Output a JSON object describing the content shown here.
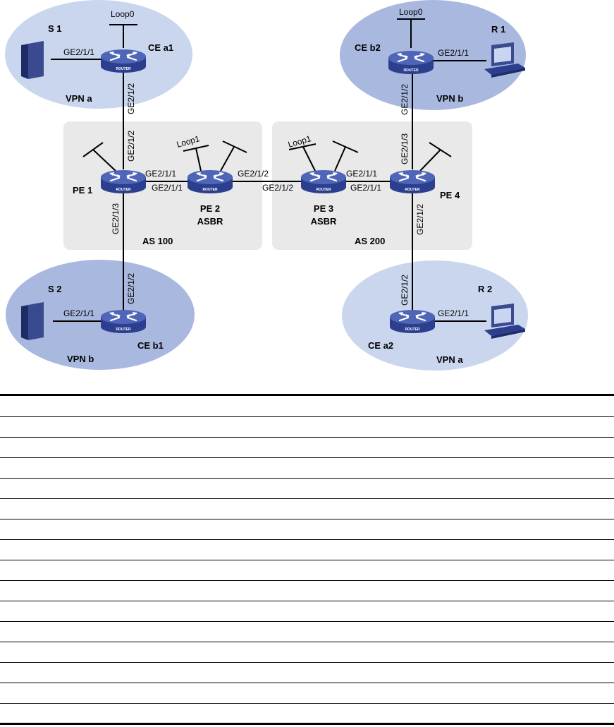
{
  "colors": {
    "vpn_a_fill": "#c9d6ee",
    "vpn_b_fill": "#a9b8df",
    "as_region_fill": "#e9e9e9",
    "router_body": "#2c3f8f",
    "router_top": "#4f65b8",
    "link": "#000000"
  },
  "icons": {
    "router": "router-icon",
    "server": "server-icon",
    "workstation": "workstation-icon"
  },
  "router_badge": "ROUTER",
  "areas": {
    "as100": "AS 100",
    "as200": "AS 200",
    "vpn_a_top": "VPN a",
    "vpn_b_top": "VPN b",
    "vpn_b_bottom": "VPN b",
    "vpn_a_bottom": "VPN a"
  },
  "devices": {
    "s1": "S 1",
    "s2": "S 2",
    "r1": "R 1",
    "r2": "R 2",
    "cea1": "CE a1",
    "ceb1": "CE b1",
    "ceb2": "CE b2",
    "cea2": "CE a2",
    "pe1": "PE 1",
    "pe2": "PE 2",
    "pe2_role": "ASBR",
    "pe3": "PE 3",
    "pe3_role": "ASBR",
    "pe4": "PE 4"
  },
  "interfaces": {
    "cea1_loop": "Loop0",
    "ceb2_loop": "Loop0",
    "pe2_loop": "Loop1",
    "pe3_loop": "Loop1",
    "s1_cea1": "GE2/1/1",
    "cea1_down": "GE2/1/2",
    "pe1_up": "GE2/1/2",
    "pe1_right": "GE2/1/1",
    "pe2_left": "GE2/1/1",
    "pe2_right": "GE2/1/2",
    "pe3_left": "GE2/1/2",
    "pe3_right": "GE2/1/1",
    "pe4_left": "GE2/1/1",
    "pe1_down": "GE2/1/3",
    "ceb1_up": "GE2/1/2",
    "s2_ceb1": "GE2/1/1",
    "ceb2_r1": "GE2/1/1",
    "ceb2_down": "GE2/1/2",
    "pe4_up": "GE2/1/3",
    "pe4_down": "GE2/1/2",
    "cea2_up": "GE2/1/2",
    "cea2_r2": "GE2/1/1"
  }
}
